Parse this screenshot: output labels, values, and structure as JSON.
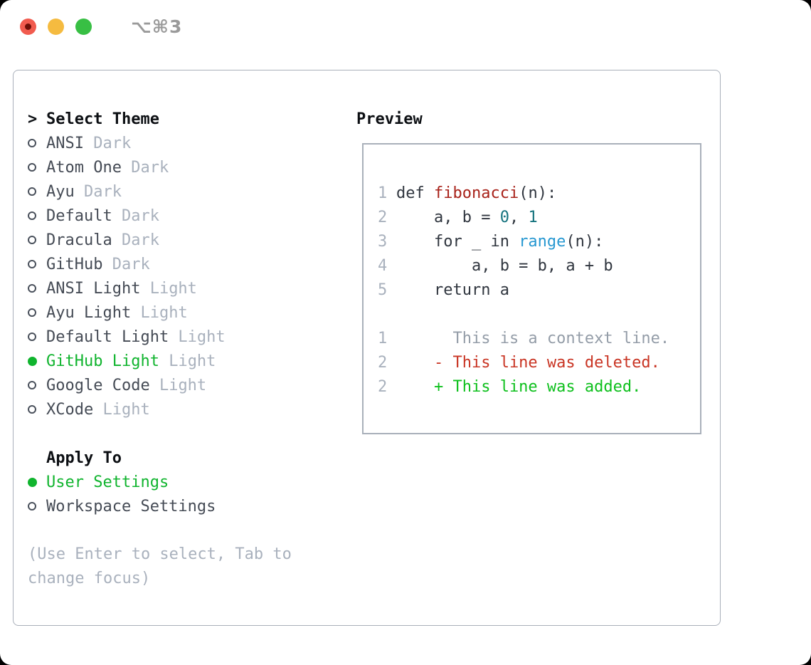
{
  "window": {
    "title": "⌥⌘3",
    "traffic_lights": [
      "close",
      "minimize",
      "zoom"
    ]
  },
  "theme_list": {
    "marker": ">",
    "title": "Select Theme",
    "items": [
      {
        "name": "ANSI",
        "variant": "Dark",
        "selected": false
      },
      {
        "name": "Atom One",
        "variant": "Dark",
        "selected": false
      },
      {
        "name": "Ayu",
        "variant": "Dark",
        "selected": false
      },
      {
        "name": "Default",
        "variant": "Dark",
        "selected": false
      },
      {
        "name": "Dracula",
        "variant": "Dark",
        "selected": false
      },
      {
        "name": "GitHub",
        "variant": "Dark",
        "selected": false
      },
      {
        "name": "ANSI Light",
        "variant": "Light",
        "selected": false
      },
      {
        "name": "Ayu Light",
        "variant": "Light",
        "selected": false
      },
      {
        "name": "Default Light",
        "variant": "Light",
        "selected": false
      },
      {
        "name": "GitHub Light",
        "variant": "Light",
        "selected": true
      },
      {
        "name": "Google Code",
        "variant": "Light",
        "selected": false
      },
      {
        "name": "XCode",
        "variant": "Light",
        "selected": false
      }
    ]
  },
  "apply_to": {
    "title": "Apply To",
    "options": [
      {
        "label": "User Settings",
        "selected": true
      },
      {
        "label": "Workspace Settings",
        "selected": false
      }
    ]
  },
  "hint": {
    "text": "(Use Enter to select, Tab to change focus)"
  },
  "preview": {
    "title": "Preview",
    "code_lines": [
      {
        "num": "1",
        "segments": [
          [
            "def ",
            "default"
          ],
          [
            "fibonacci",
            "function"
          ],
          [
            "(n):",
            "default"
          ]
        ]
      },
      {
        "num": "2",
        "segments": [
          [
            "    a, b = ",
            "default"
          ],
          [
            "0",
            "number"
          ],
          [
            ", ",
            "default"
          ],
          [
            "1",
            "number"
          ]
        ]
      },
      {
        "num": "3",
        "segments": [
          [
            "    for _ in ",
            "default"
          ],
          [
            "range",
            "builtin"
          ],
          [
            "(n):",
            "default"
          ]
        ]
      },
      {
        "num": "4",
        "segments": [
          [
            "        a, b = b, a + b",
            "default"
          ]
        ]
      },
      {
        "num": "5",
        "segments": [
          [
            "    return a",
            "default"
          ]
        ]
      },
      {
        "num": "",
        "segments": []
      },
      {
        "num": "1",
        "segments": [
          [
            "      This is a context line.",
            "context"
          ]
        ]
      },
      {
        "num": "2",
        "segments": [
          [
            "    - This line was deleted.",
            "deleted"
          ]
        ]
      },
      {
        "num": "2",
        "segments": [
          [
            "    + This line was added.",
            "added"
          ]
        ]
      }
    ]
  },
  "colors": {
    "accent_green": "#10b42e",
    "header_text": "#0c0f13",
    "item_text": "#454b55",
    "dim_text": "#a9b1bd",
    "panel_border": "#a9b0ba",
    "code_default": "#30363f",
    "function": "#a8221a",
    "number": "#15737e",
    "builtin": "#2798d1",
    "context": "#949da8",
    "deleted": "#c93524",
    "added": "#0ec01d",
    "traffic_red": "#f15b4f",
    "traffic_red_dot": "#6e0f08",
    "traffic_yellow": "#f5bb40",
    "traffic_green": "#38bf44"
  }
}
